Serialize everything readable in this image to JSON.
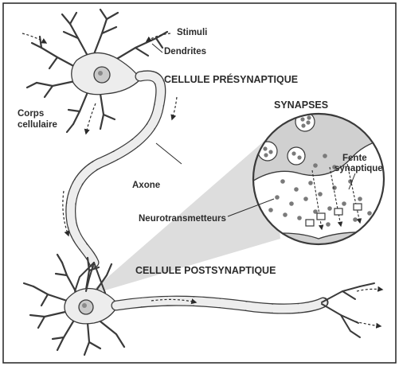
{
  "labels": {
    "stimuli": "Stimuli",
    "dendrites": "Dendrites",
    "presynaptic": "CELLULE PRÉSYNAPTIQUE",
    "corps_line1": "Corps",
    "corps_line2": "cellulaire",
    "synapses": "SYNAPSES",
    "fente_line1": "Fente",
    "fente_line2": "synaptique",
    "axone": "Axone",
    "neurotransmitters": "Neurotransmetteurs",
    "postsynaptic": "CELLULE POSTSYNAPTIQUE"
  },
  "colors": {
    "line": "#3a3a3a",
    "cell_fill": "#ededed",
    "zoom_fill": "#cfcfcf",
    "vesicle": "#7a7a7a",
    "text": "#2b2b2b"
  }
}
